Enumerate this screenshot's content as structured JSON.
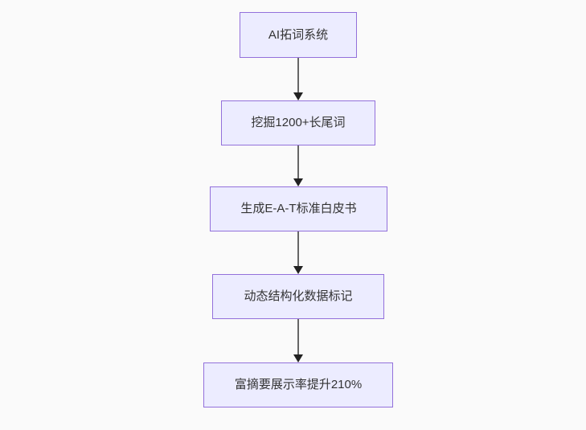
{
  "flowchart": {
    "type": "flowchart",
    "direction": "top-down",
    "nodes": [
      {
        "id": "node-1",
        "label": "AI拓词系统"
      },
      {
        "id": "node-2",
        "label": "挖掘1200+长尾词"
      },
      {
        "id": "node-3",
        "label": "生成E-A-T标准白皮书"
      },
      {
        "id": "node-4",
        "label": "动态结构化数据标记"
      },
      {
        "id": "node-5",
        "label": "富摘要展示率提升210%"
      }
    ],
    "edges": [
      {
        "from": "node-1",
        "to": "node-2",
        "arrow": "down"
      },
      {
        "from": "node-2",
        "to": "node-3",
        "arrow": "down"
      },
      {
        "from": "node-3",
        "to": "node-4",
        "arrow": "down"
      },
      {
        "from": "node-4",
        "to": "node-5",
        "arrow": "down"
      }
    ],
    "colors": {
      "background": "#fafafa",
      "node_fill": "#ececff",
      "node_border": "#9370db",
      "node_text": "#333333",
      "edge_line": "#666666",
      "edge_arrowhead": "#222222"
    }
  }
}
